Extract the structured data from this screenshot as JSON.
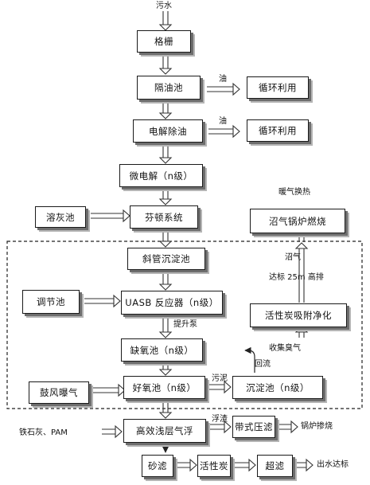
{
  "boxes": {
    "grating": "格栅",
    "oil_separator": "隔油池",
    "recycle_1": "循环利用",
    "electrolytic": "电解除油",
    "recycle_2": "循环利用",
    "micro_electrolysis": "微电解（n级）",
    "lime_pool": "溶灰池",
    "fenton": "芬顿系统",
    "biogas_boiler": "沼气锅炉燃烧",
    "inclined_settler": "斜管沉淀池",
    "equalization": "调节池",
    "uasb": "UASB 反应器（n级）",
    "activated_carbon_adsorption": "活性炭吸附净化",
    "anoxic": "缺氧池（n级）",
    "blower": "鼓风曝气",
    "aerobic": "好氧池（n级）",
    "sedimentation": "沉淀池（n级）",
    "daf": "高效浅层气浮",
    "belt_press": "带式压滤",
    "sand_filter": "砂滤",
    "activated_carbon": "活性炭",
    "ultrafiltration": "超滤"
  },
  "labels": {
    "sewage": "污水",
    "oil_1": "油",
    "oil_2": "油",
    "heating": "暖气换热",
    "biogas": "沼气",
    "discharge_25m": "达标 25m 高排",
    "lift_pump": "提升泵",
    "collect_odor": "收集臭气",
    "reflux": "回流",
    "sludge": "污泥",
    "chemicals": "铁石灰、PAM",
    "scum": "浮渣",
    "boiler_fuel": "锅炉掺烧",
    "effluent": "出水达标"
  }
}
